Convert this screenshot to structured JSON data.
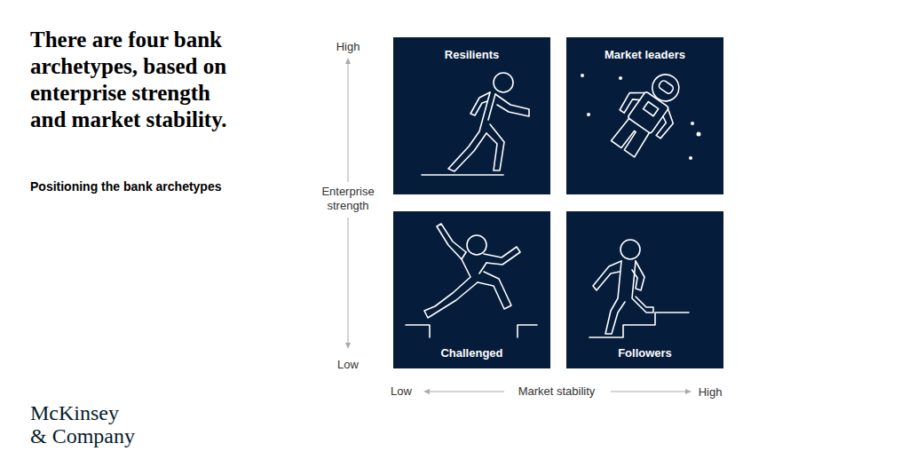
{
  "diagram": {
    "title": "There are four bank archetypes, based on enterprise strength and market stability.",
    "caption": "Positioning the bank archetypes",
    "nodes": [
      {
        "text": [
          "Resilients"
        ]
      },
      {
        "text": [
          "Market leaders"
        ]
      },
      {
        "text": [
          "Challenged"
        ]
      },
      {
        "text": [
          "Followers"
        ]
      }
    ],
    "labels": [
      "High",
      "Enterprise strength",
      "Low",
      "Low",
      "Market stability",
      "High",
      "McKinsey & Company"
    ]
  }
}
